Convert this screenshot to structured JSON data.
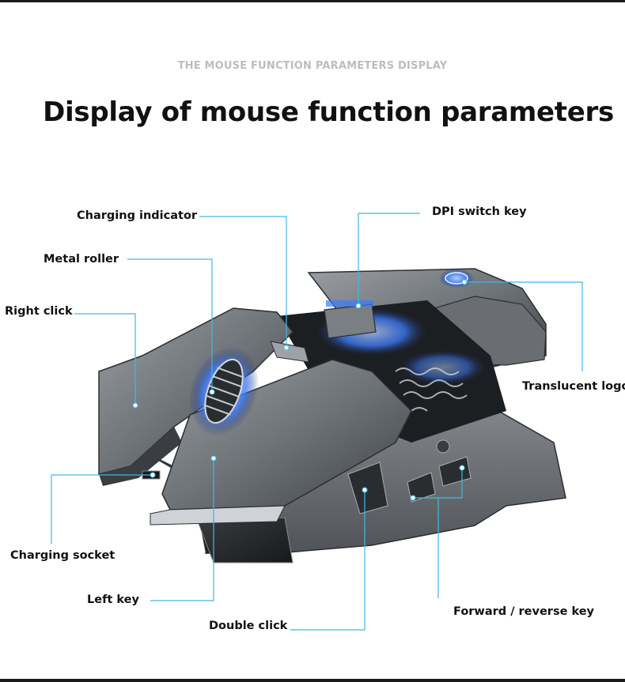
{
  "header": {
    "subtitle": "THE MOUSE FUNCTION PARAMETERS DISPLAY",
    "title": "Display of mouse function parameters"
  },
  "callouts": {
    "charging_indicator": "Charging indicator",
    "metal_roller": "Metal roller",
    "right_click": "Right click",
    "charging_socket": "Charging socket",
    "left_key": "Left key",
    "double_click": "Double click",
    "dpi_switch_key": "DPI switch key",
    "translucent_logo": "Translucent logo",
    "forward_reverse_key": "Forward / reverse key"
  },
  "colors": {
    "leader_line": "#3fb8e6",
    "body_metal": "#6f7479",
    "accent_glow": "#3b7bff"
  }
}
